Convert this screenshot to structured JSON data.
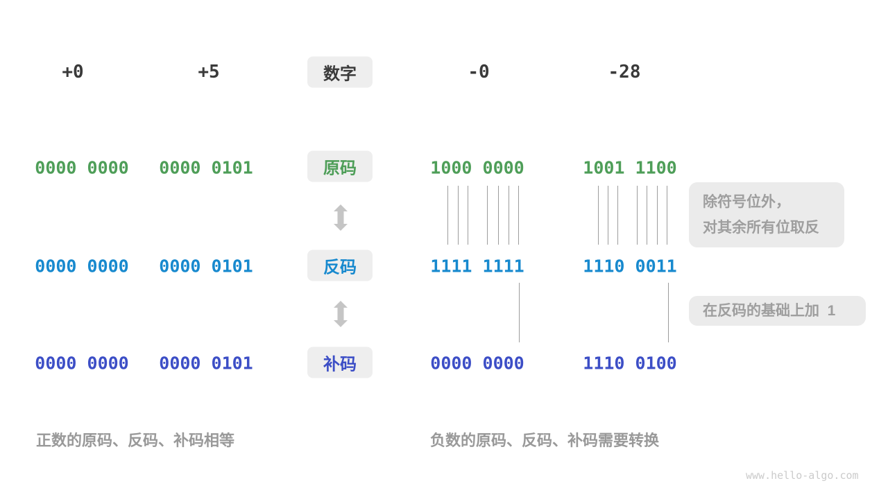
{
  "title_label": "数字",
  "column_headers": [
    "+0",
    "+5",
    "-0",
    "-28"
  ],
  "rows": [
    {
      "label": "原码",
      "values": [
        "0000 0000",
        "0000 0101",
        "1000 0000",
        "1001 1100"
      ]
    },
    {
      "label": "反码",
      "values": [
        "0000 0000",
        "0000 0101",
        "1111 1111",
        "1110 0011"
      ]
    },
    {
      "label": "补码",
      "values": [
        "0000 0000",
        "0000 0101",
        "0000 0000",
        "1110 0100"
      ]
    }
  ],
  "annotations": {
    "invert_line1": "除符号位外，",
    "invert_line2": "对其余所有位取反",
    "add_one": "在反码的基础上加  1"
  },
  "captions": {
    "positive": "正数的原码、反码、补码相等",
    "negative": "负数的原码、反码、补码需要转换"
  },
  "watermark": "www.hello-algo.com",
  "colors": {
    "row_sign_magnitude": "#4E9E58",
    "row_ones_complement": "#1789CE",
    "row_twos_complement": "#3C4EC6",
    "header_text": "#3A3A3A",
    "tag_background": "#EEEEEE",
    "annotation_background": "#EBEBEB",
    "annotation_text": "#9E9E9E",
    "caption_text": "#999999",
    "arrow": "#C5C5C5",
    "line": "#9C9C9C",
    "watermark_text": "#CBCBCB"
  }
}
